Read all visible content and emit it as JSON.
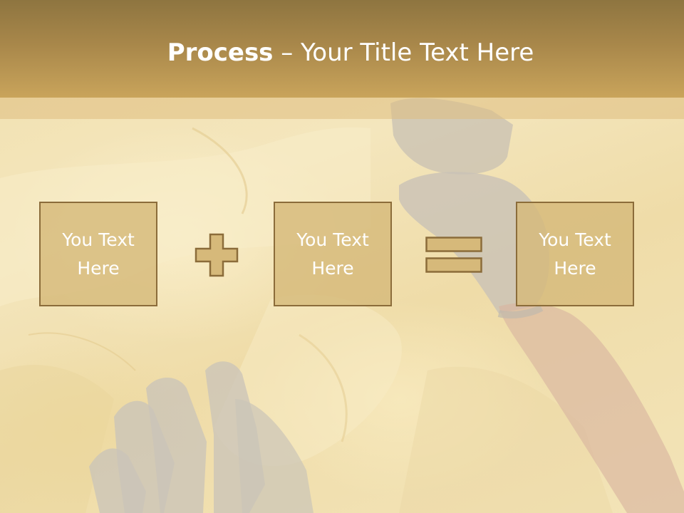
{
  "slide": {
    "title_bold": "Process",
    "title_rest": " – Your Title Text Here"
  },
  "boxes": [
    {
      "label": "You Text Here"
    },
    {
      "label": "You Text Here"
    },
    {
      "label": "You Text Here"
    }
  ],
  "operators": {
    "first": "plus-icon",
    "second": "equals-icon"
  },
  "colors": {
    "header_top": "#8e7540",
    "header_bottom": "#c9a45b",
    "box_fill": "#d6b97a",
    "box_border": "#8b6c3a",
    "operator_fill": "#d6b97a",
    "text": "#ffffff"
  }
}
